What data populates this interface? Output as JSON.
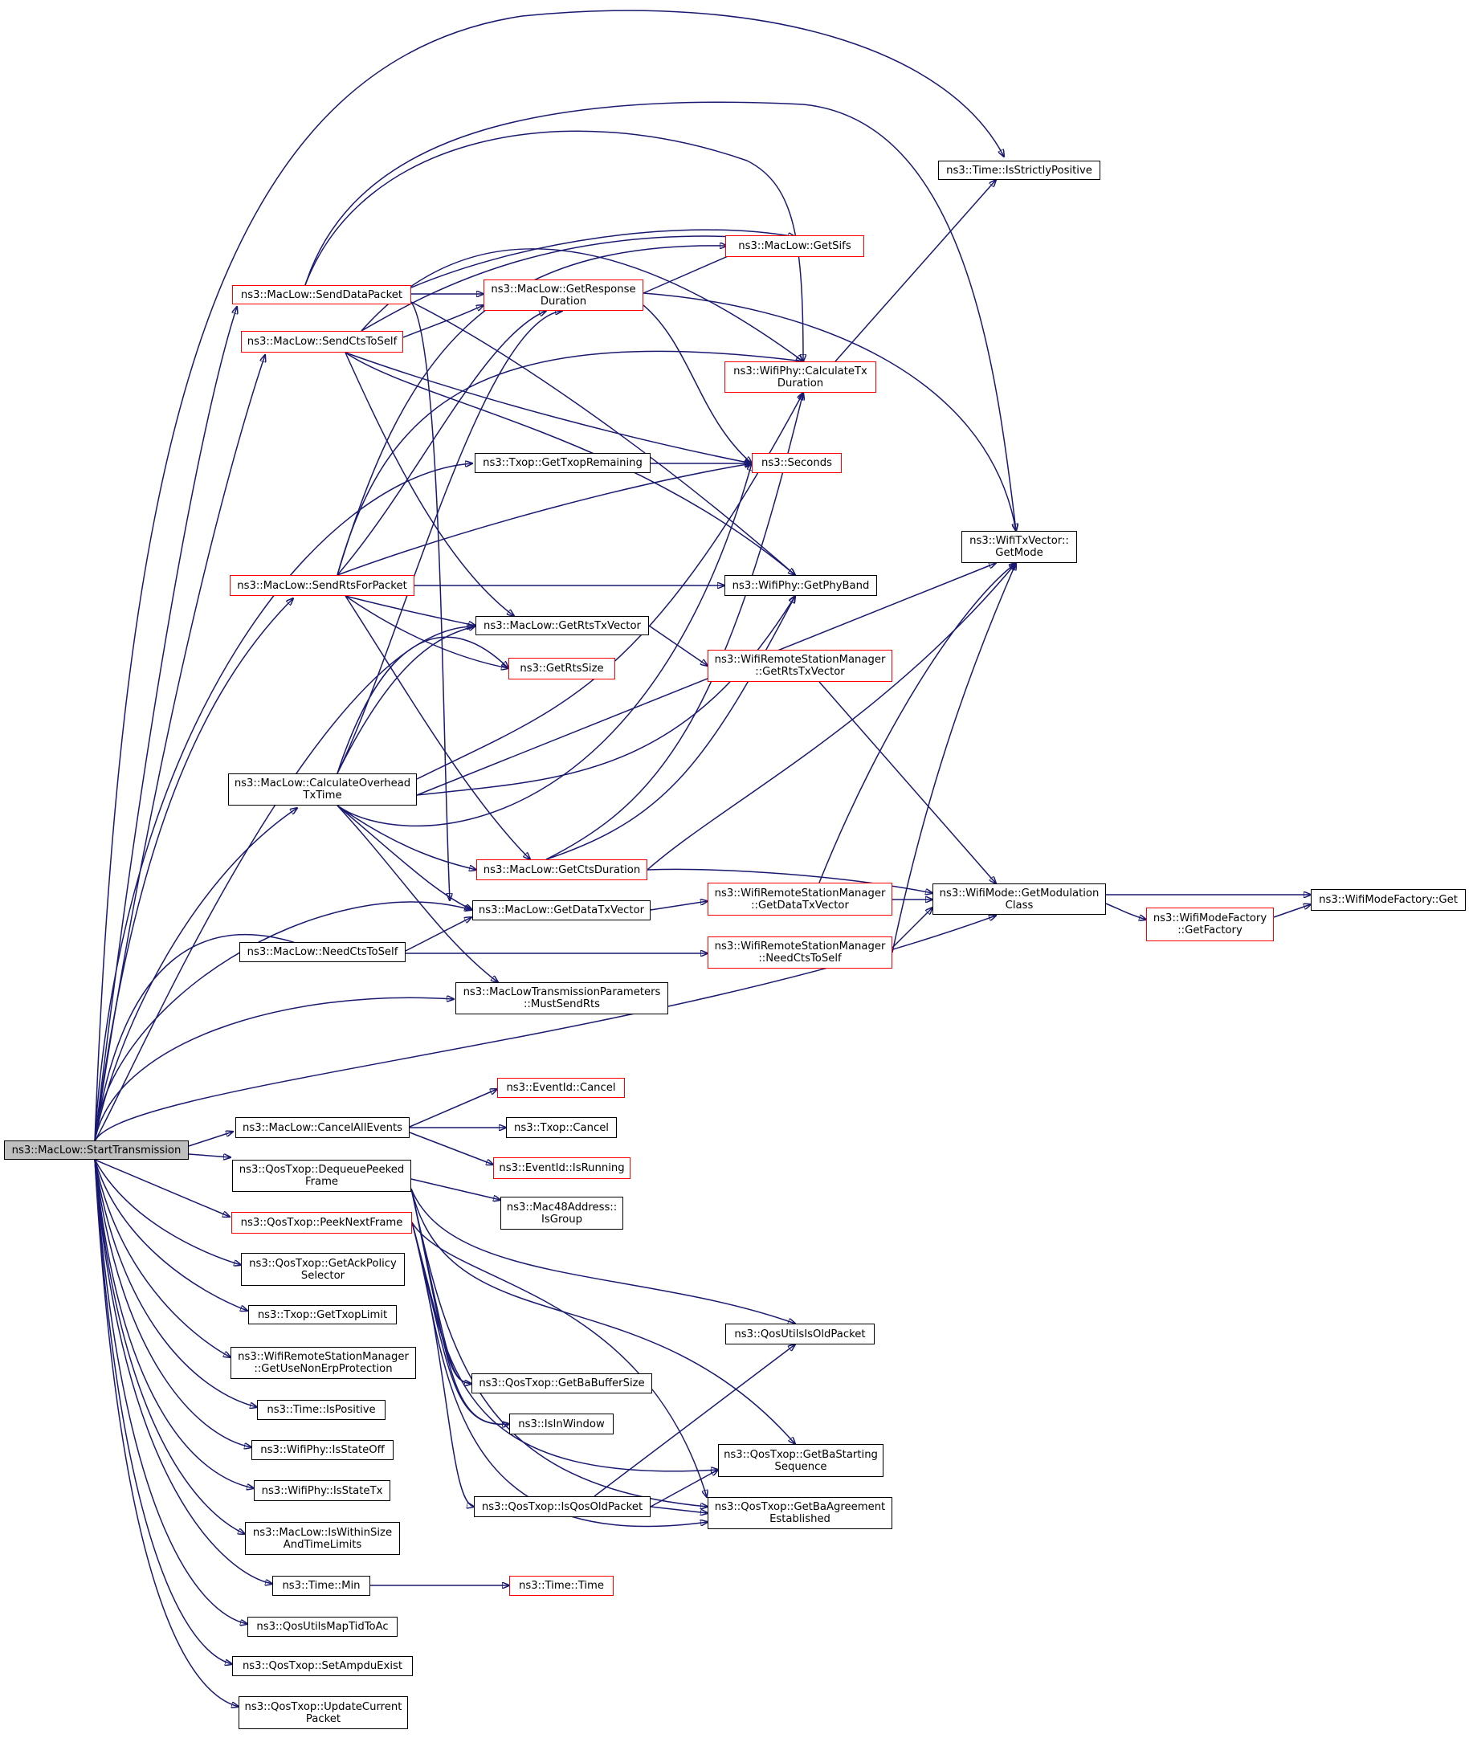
{
  "colors": {
    "edge": "#191970",
    "node_border": "#000000",
    "node_border_highlight": "#ff0000",
    "root_fill": "#bfbfbf",
    "background": "#ffffff"
  },
  "nodes": [
    {
      "id": "start",
      "lines": [
        "ns3::MacLow::StartTransmission"
      ],
      "style": "root"
    },
    {
      "id": "isStrictlyPositive",
      "lines": [
        "ns3::Time::IsStrictlyPositive"
      ],
      "style": "black"
    },
    {
      "id": "getSifs",
      "lines": [
        "ns3::MacLow::GetSifs"
      ],
      "style": "red"
    },
    {
      "id": "sendDataPacket",
      "lines": [
        "ns3::MacLow::SendDataPacket"
      ],
      "style": "red"
    },
    {
      "id": "getResponseDuration",
      "lines": [
        "ns3::MacLow::GetResponse",
        "Duration"
      ],
      "style": "red"
    },
    {
      "id": "sendCtsToSelf",
      "lines": [
        "ns3::MacLow::SendCtsToSelf"
      ],
      "style": "red"
    },
    {
      "id": "calcTxDuration",
      "lines": [
        "ns3::WifiPhy::CalculateTx",
        "Duration"
      ],
      "style": "red"
    },
    {
      "id": "getTxopRemaining",
      "lines": [
        "ns3::Txop::GetTxopRemaining"
      ],
      "style": "black"
    },
    {
      "id": "seconds",
      "lines": [
        "ns3::Seconds"
      ],
      "style": "red"
    },
    {
      "id": "wifiTxVectorGetMode",
      "lines": [
        "ns3::WifiTxVector::",
        "GetMode"
      ],
      "style": "black"
    },
    {
      "id": "sendRtsForPacket",
      "lines": [
        "ns3::MacLow::SendRtsForPacket"
      ],
      "style": "red"
    },
    {
      "id": "getPhyBand",
      "lines": [
        "ns3::WifiPhy::GetPhyBand"
      ],
      "style": "black"
    },
    {
      "id": "getRtsTxVector",
      "lines": [
        "ns3::MacLow::GetRtsTxVector"
      ],
      "style": "black"
    },
    {
      "id": "rsmGetRtsTxVector",
      "lines": [
        "ns3::WifiRemoteStationManager",
        "::GetRtsTxVector"
      ],
      "style": "red"
    },
    {
      "id": "getRtsSize",
      "lines": [
        "ns3::GetRtsSize"
      ],
      "style": "red"
    },
    {
      "id": "calcOverheadTxTime",
      "lines": [
        "ns3::MacLow::CalculateOverhead",
        "TxTime"
      ],
      "style": "black"
    },
    {
      "id": "getCtsDuration",
      "lines": [
        "ns3::MacLow::GetCtsDuration"
      ],
      "style": "red"
    },
    {
      "id": "getDataTxVector",
      "lines": [
        "ns3::MacLow::GetDataTxVector"
      ],
      "style": "black"
    },
    {
      "id": "rsmGetDataTxVector",
      "lines": [
        "ns3::WifiRemoteStationManager",
        "::GetDataTxVector"
      ],
      "style": "red"
    },
    {
      "id": "getModulationClass",
      "lines": [
        "ns3::WifiMode::GetModulation",
        "Class"
      ],
      "style": "black"
    },
    {
      "id": "wifiModeFactoryGet",
      "lines": [
        "ns3::WifiModeFactory::Get"
      ],
      "style": "black"
    },
    {
      "id": "getFactory",
      "lines": [
        "ns3::WifiModeFactory",
        "::GetFactory"
      ],
      "style": "red"
    },
    {
      "id": "needCtsToSelf",
      "lines": [
        "ns3::MacLow::NeedCtsToSelf"
      ],
      "style": "black"
    },
    {
      "id": "rsmNeedCtsToSelf",
      "lines": [
        "ns3::WifiRemoteStationManager",
        "::NeedCtsToSelf"
      ],
      "style": "red"
    },
    {
      "id": "mustSendRts",
      "lines": [
        "ns3::MacLowTransmissionParameters",
        "::MustSendRts"
      ],
      "style": "black"
    },
    {
      "id": "eventIdCancel",
      "lines": [
        "ns3::EventId::Cancel"
      ],
      "style": "red"
    },
    {
      "id": "cancelAllEvents",
      "lines": [
        "ns3::MacLow::CancelAllEvents"
      ],
      "style": "black"
    },
    {
      "id": "txopCancel",
      "lines": [
        "ns3::Txop::Cancel"
      ],
      "style": "black"
    },
    {
      "id": "dequeuePeekedFrame",
      "lines": [
        "ns3::QosTxop::DequeuePeeked",
        "Frame"
      ],
      "style": "black"
    },
    {
      "id": "eventIdIsRunning",
      "lines": [
        "ns3::EventId::IsRunning"
      ],
      "style": "red"
    },
    {
      "id": "isGroup",
      "lines": [
        "ns3::Mac48Address::",
        "IsGroup"
      ],
      "style": "black"
    },
    {
      "id": "peekNextFrame",
      "lines": [
        "ns3::QosTxop::PeekNextFrame"
      ],
      "style": "red"
    },
    {
      "id": "getAckPolicySelector",
      "lines": [
        "ns3::QosTxop::GetAckPolicy",
        "Selector"
      ],
      "style": "black"
    },
    {
      "id": "getTxopLimit",
      "lines": [
        "ns3::Txop::GetTxopLimit"
      ],
      "style": "black"
    },
    {
      "id": "qosUtilsIsOldPacket",
      "lines": [
        "ns3::QosUtilsIsOldPacket"
      ],
      "style": "black"
    },
    {
      "id": "getUseNonErp",
      "lines": [
        "ns3::WifiRemoteStationManager",
        "::GetUseNonErpProtection"
      ],
      "style": "black"
    },
    {
      "id": "getBaBufferSize",
      "lines": [
        "ns3::QosTxop::GetBaBufferSize"
      ],
      "style": "black"
    },
    {
      "id": "timeIsPositive",
      "lines": [
        "ns3::Time::IsPositive"
      ],
      "style": "black"
    },
    {
      "id": "isInWindow",
      "lines": [
        "ns3::IsInWindow"
      ],
      "style": "black"
    },
    {
      "id": "isStateOff",
      "lines": [
        "ns3::WifiPhy::IsStateOff"
      ],
      "style": "black"
    },
    {
      "id": "getBaStartingSeq",
      "lines": [
        "ns3::QosTxop::GetBaStarting",
        "Sequence"
      ],
      "style": "black"
    },
    {
      "id": "isStateTx",
      "lines": [
        "ns3::WifiPhy::IsStateTx"
      ],
      "style": "black"
    },
    {
      "id": "isQosOldPacket",
      "lines": [
        "ns3::QosTxop::IsQosOldPacket"
      ],
      "style": "black"
    },
    {
      "id": "getBaAgreementEstablished",
      "lines": [
        "ns3::QosTxop::GetBaAgreement",
        "Established"
      ],
      "style": "black"
    },
    {
      "id": "isWithinSizeAndTimeLimits",
      "lines": [
        "ns3::MacLow::IsWithinSize",
        "AndTimeLimits"
      ],
      "style": "black"
    },
    {
      "id": "timeMin",
      "lines": [
        "ns3::Time::Min"
      ],
      "style": "black"
    },
    {
      "id": "timeTime",
      "lines": [
        "ns3::Time::Time"
      ],
      "style": "red"
    },
    {
      "id": "qosUtilsMapTidToAc",
      "lines": [
        "ns3::QosUtilsMapTidToAc"
      ],
      "style": "black"
    },
    {
      "id": "setAmpduExist",
      "lines": [
        "ns3::QosTxop::SetAmpduExist"
      ],
      "style": "black"
    },
    {
      "id": "updateCurrentPacket",
      "lines": [
        "ns3::QosTxop::UpdateCurrent",
        "Packet"
      ],
      "style": "black"
    }
  ]
}
